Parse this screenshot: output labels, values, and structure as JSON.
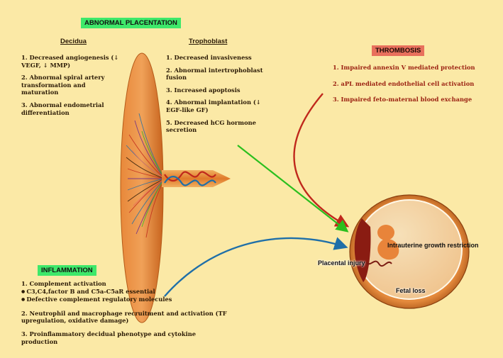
{
  "title": "ABNORMAL PLACENTATION",
  "decidua": {
    "heading": "Decidua",
    "items": [
      "1. Decreased angiogenesis (↓ VEGF, ↓ MMP)",
      "2. Abnormal spiral artery transformation and maturation",
      "3. Abnormal endometrial differentiation"
    ]
  },
  "trophoblast": {
    "heading": "Trophoblast",
    "items": [
      "1. Decreased invasiveness",
      "2. Abnormal intertrophoblast fusion",
      "3. Increased apoptosis",
      "4. Abnormal implantation (↓ EGF-like GF)",
      "5. Decreased hCG hormone secretion"
    ]
  },
  "thrombosis": {
    "title": "THROMBOSIS",
    "items": [
      "1. Impaired annexin V mediated protection",
      "2. aPL mediated endothelial cell activation",
      "3. Impaired feto-maternal blood exchange"
    ]
  },
  "inflammation": {
    "title": "INFLAMMATION",
    "item1": "1. Complement activation",
    "subitems": [
      "C3,C4,factor B and C5a-C5aR essential",
      "Defective complement regulatory molecules"
    ],
    "item2": "2. Neutrophil and macrophage recruitment and activation (TF upregulation, oxidative damage)",
    "item3": "3. Proinflammatory decidual phenotype and cytokine production"
  },
  "fetal": {
    "iugr": "Intrauterine growth restriction",
    "placental_injury": "Placental injury",
    "fetal_loss": "Fetal loss"
  },
  "colors": {
    "background": "#fbe9a6",
    "title_box": "#3ee86a",
    "thrombosis_box": "#e8705c",
    "thrombosis_text": "#9a1f10",
    "arrow_red": "#c0281c",
    "arrow_green": "#2bbf1e",
    "arrow_blue": "#1f6fa8",
    "decidua_oval": "#d2762a",
    "uterus_ring": "#c8641e"
  }
}
